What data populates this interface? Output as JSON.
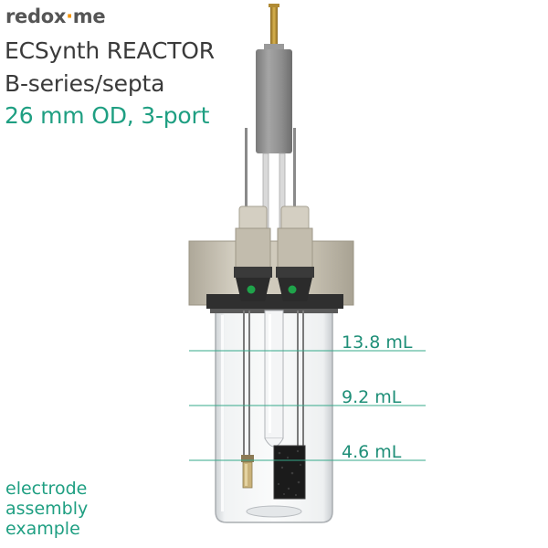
{
  "brand": {
    "prefix": "redox",
    "dot": "·",
    "suffix": "me"
  },
  "title": {
    "line1": "ECSynth REACTOR",
    "line2": "B-series/septa",
    "line3": "26 mm OD, 3-port"
  },
  "volume_marks": [
    {
      "label": "13.8 mL"
    },
    {
      "label": "9.2 mL"
    },
    {
      "label": "4.6 mL"
    }
  ],
  "caption": {
    "line1": "electrode",
    "line2": "assembly",
    "line3": "example"
  },
  "colors": {
    "accent_green": "#1f9f82",
    "brand_orange": "#f39200",
    "cap_beige": "#c9c3b4",
    "electrode_grey": "#8d8d8d"
  }
}
